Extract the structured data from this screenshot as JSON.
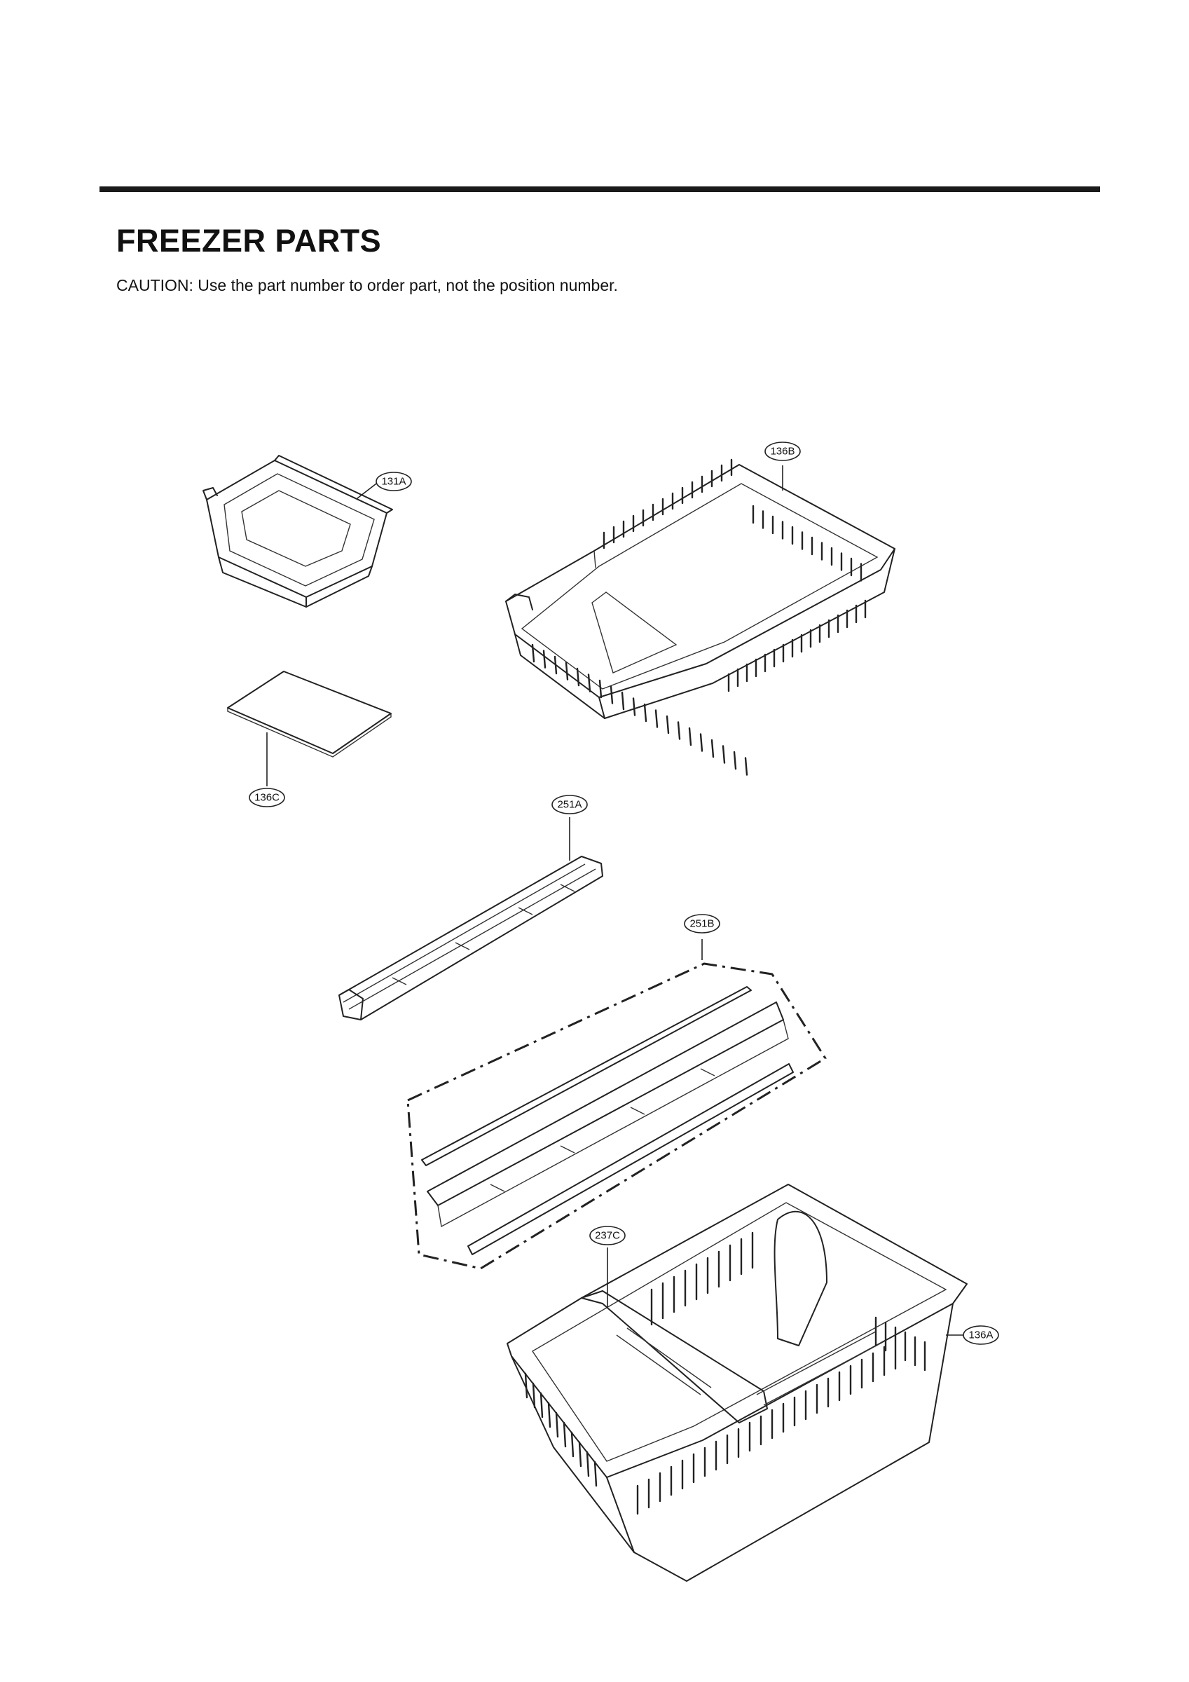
{
  "header": {
    "title": "FREEZER PARTS",
    "caution": "CAUTION: Use the part number to order part, not the position number."
  },
  "callouts": {
    "c131A": "131A",
    "c136B": "136B",
    "c136C": "136C",
    "c251A": "251A",
    "c251B": "251B",
    "c237C": "237C",
    "c136A": "136A"
  }
}
